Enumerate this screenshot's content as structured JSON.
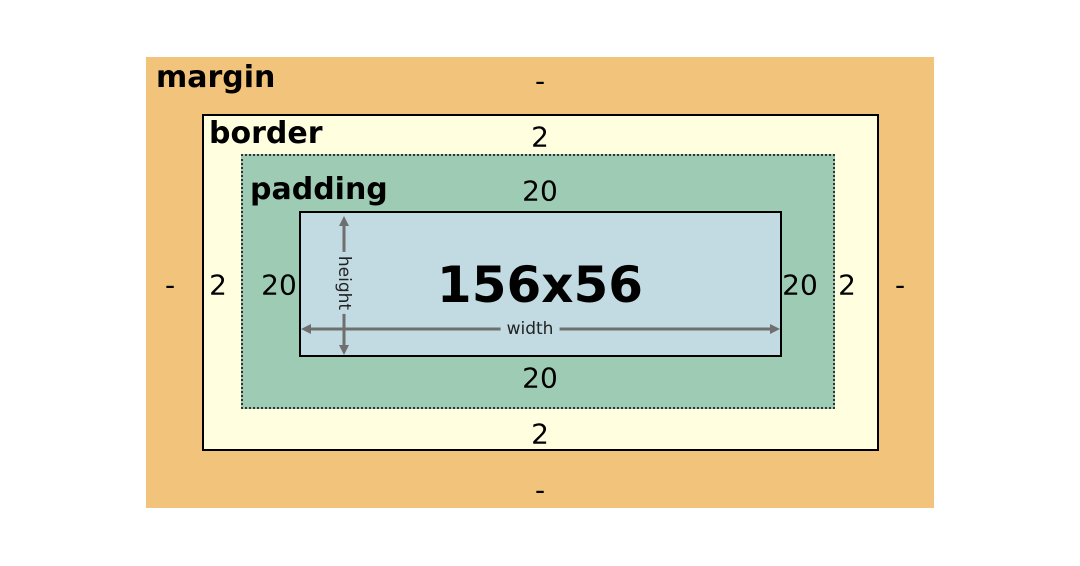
{
  "margin": {
    "label": "margin",
    "top": "-",
    "right": "-",
    "bottom": "-",
    "left": "-"
  },
  "border": {
    "label": "border",
    "top": "2",
    "right": "2",
    "bottom": "2",
    "left": "2"
  },
  "padding": {
    "label": "padding",
    "top": "20",
    "right": "20",
    "bottom": "20",
    "left": "20"
  },
  "content": {
    "size": "156x56",
    "width_label": "width",
    "height_label": "height"
  },
  "colors": {
    "margin": "#f1c37b",
    "border": "#ffffe0",
    "padding": "#9ecbb3",
    "content": "#c2dbe2"
  }
}
